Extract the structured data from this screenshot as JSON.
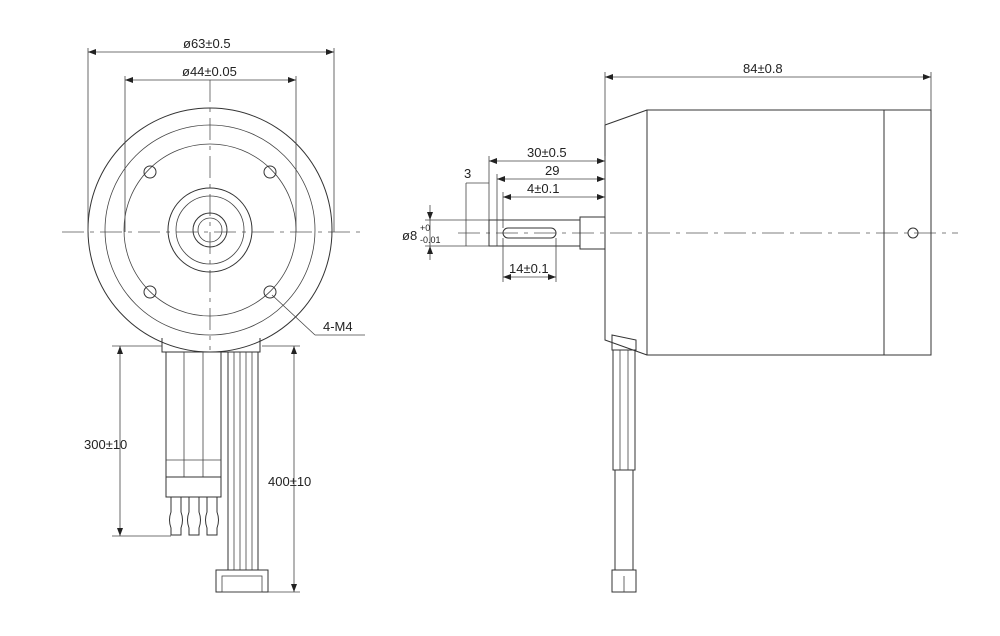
{
  "front_view": {
    "outer_diameter": "ø63±0.5",
    "bolt_circle": "ø44±0.05",
    "holes_callout": "4-M4",
    "lead_short": "300±10",
    "lead_long": "400±10"
  },
  "side_view": {
    "body_length": "84±0.8",
    "shaft_length": "30±0.5",
    "shaft_29": "29",
    "keyway_4": "4±0.1",
    "shaft_offset": "3",
    "shaft_diameter": "ø8",
    "shaft_tol_upper": "+0",
    "shaft_tol_lower": "-0.01",
    "keyway_length": "14±0.1"
  }
}
